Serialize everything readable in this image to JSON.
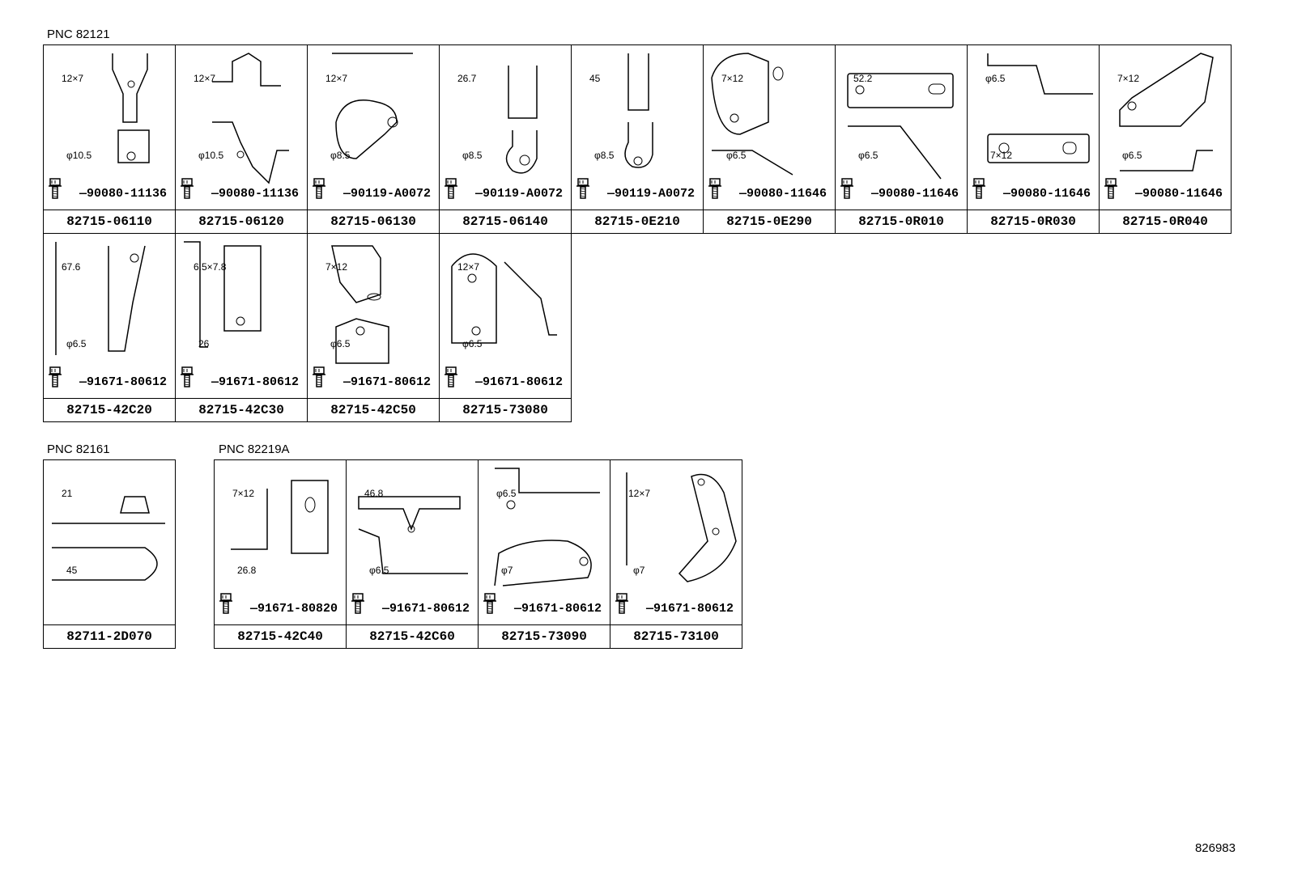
{
  "groups": [
    {
      "pnc": "PNC 82121",
      "cells": [
        {
          "bolt": "90080-11136",
          "part": "82715-06110",
          "dims": [
            "12×7",
            "φ10.5"
          ]
        },
        {
          "bolt": "90080-11136",
          "part": "82715-06120",
          "dims": [
            "12×7",
            "φ10.5"
          ]
        },
        {
          "bolt": "90119-A0072",
          "part": "82715-06130",
          "dims": [
            "12×7",
            "φ8.5"
          ]
        },
        {
          "bolt": "90119-A0072",
          "part": "82715-06140",
          "dims": [
            "26.7",
            "φ8.5"
          ]
        },
        {
          "bolt": "90119-A0072",
          "part": "82715-0E210",
          "dims": [
            "45",
            "φ8.5"
          ]
        },
        {
          "bolt": "90080-11646",
          "part": "82715-0E290",
          "dims": [
            "7×12",
            "φ6.5"
          ]
        },
        {
          "bolt": "90080-11646",
          "part": "82715-0R010",
          "dims": [
            "52.2",
            "φ6.5"
          ]
        },
        {
          "bolt": "90080-11646",
          "part": "82715-0R030",
          "dims": [
            "φ6.5",
            "7×12"
          ]
        },
        {
          "bolt": "90080-11646",
          "part": "82715-0R040",
          "dims": [
            "7×12",
            "φ6.5"
          ]
        },
        {
          "bolt": "91671-80612",
          "part": "82715-42C20",
          "dims": [
            "67.6",
            "φ6.5"
          ]
        },
        {
          "bolt": "91671-80612",
          "part": "82715-42C30",
          "dims": [
            "6.5×7.8",
            "26"
          ]
        },
        {
          "bolt": "91671-80612",
          "part": "82715-42C50",
          "dims": [
            "7×12",
            "φ6.5"
          ]
        },
        {
          "bolt": "91671-80612",
          "part": "82715-73080",
          "dims": [
            "12×7",
            "φ6.5"
          ]
        }
      ]
    },
    {
      "pnc": "PNC 82161",
      "cells": [
        {
          "bolt": "",
          "part": "82711-2D070",
          "dims": [
            "21",
            "45"
          ]
        }
      ]
    },
    {
      "pnc": "PNC 82219A",
      "cells": [
        {
          "bolt": "91671-80820",
          "part": "82715-42C40",
          "dims": [
            "7×12",
            "26.8"
          ]
        },
        {
          "bolt": "91671-80612",
          "part": "82715-42C60",
          "dims": [
            "46.8",
            "φ6.5"
          ]
        },
        {
          "bolt": "91671-80612",
          "part": "82715-73090",
          "dims": [
            "φ6.5",
            "φ7"
          ]
        },
        {
          "bolt": "91671-80612",
          "part": "82715-73100",
          "dims": [
            "12×7",
            "φ7"
          ]
        }
      ]
    }
  ],
  "figure_code": "826983"
}
